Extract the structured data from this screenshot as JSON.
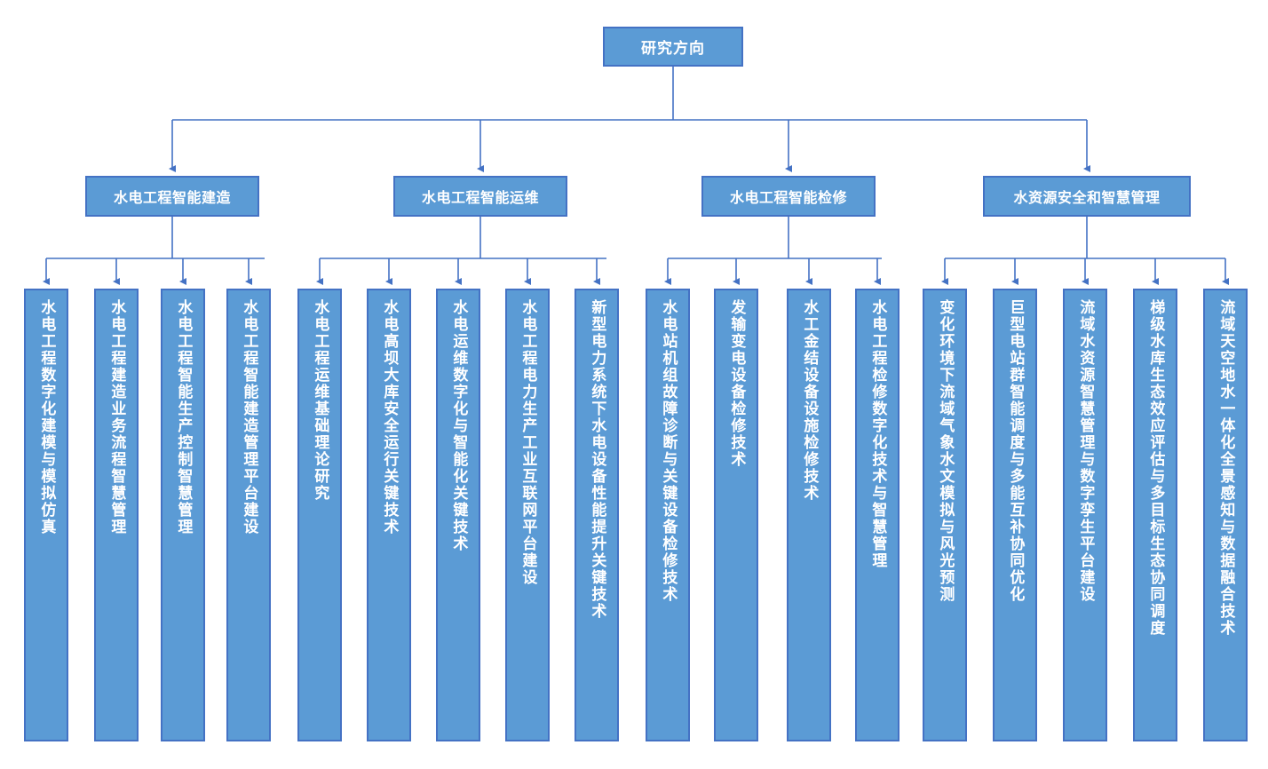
{
  "diagram": {
    "title": "研究方向",
    "colors": {
      "node_fill": "#5B9BD5",
      "node_border": "#4472C4",
      "connector": "#4472C4",
      "text": "#FFFFFF",
      "background": "#FFFFFF"
    }
  },
  "root": {
    "label": "研究方向"
  },
  "categories": [
    {
      "label": "水电工程智能建造"
    },
    {
      "label": "水电工程智能运维"
    },
    {
      "label": "水电工程智能检修"
    },
    {
      "label": "水资源安全和智慧管理"
    }
  ],
  "leaves": [
    {
      "label": "水电工程数字化建模与模拟仿真",
      "parent": 0
    },
    {
      "label": "水电工程建造业务流程智慧管理",
      "parent": 0
    },
    {
      "label": "水电工程智能生产控制智慧管理",
      "parent": 0
    },
    {
      "label": "水电工程智能建造管理平台建设",
      "parent": 0
    },
    {
      "label": "水电工程运维基础理论研究",
      "parent": 1
    },
    {
      "label": "水电高坝大库安全运行关键技术",
      "parent": 1
    },
    {
      "label": "水电运维数字化与智能化关键技术",
      "parent": 1
    },
    {
      "label": "水电工程电力生产工业互联网平台建设",
      "parent": 1
    },
    {
      "label": "新型电力系统下水电设备性能提升关键技术",
      "parent": 1
    },
    {
      "label": "水电站机组故障诊断与关键设备检修技术",
      "parent": 2
    },
    {
      "label": "发输变电设备检修技术",
      "parent": 2
    },
    {
      "label": "水工金结设备设施检修技术",
      "parent": 2
    },
    {
      "label": "水电工程检修数字化技术与智慧管理",
      "parent": 2
    },
    {
      "label": "变化环境下流域气象水文模拟与风光预测",
      "parent": 3
    },
    {
      "label": "巨型电站群智能调度与多能互补协同优化",
      "parent": 3
    },
    {
      "label": "流域水资源智慧管理与数字孪生平台建设",
      "parent": 3
    },
    {
      "label": "梯级水库生态效应评估与多目标生态协同调度",
      "parent": 3
    },
    {
      "label": "流域天空地水一体化全景感知与数据融合技术",
      "parent": 3
    }
  ]
}
